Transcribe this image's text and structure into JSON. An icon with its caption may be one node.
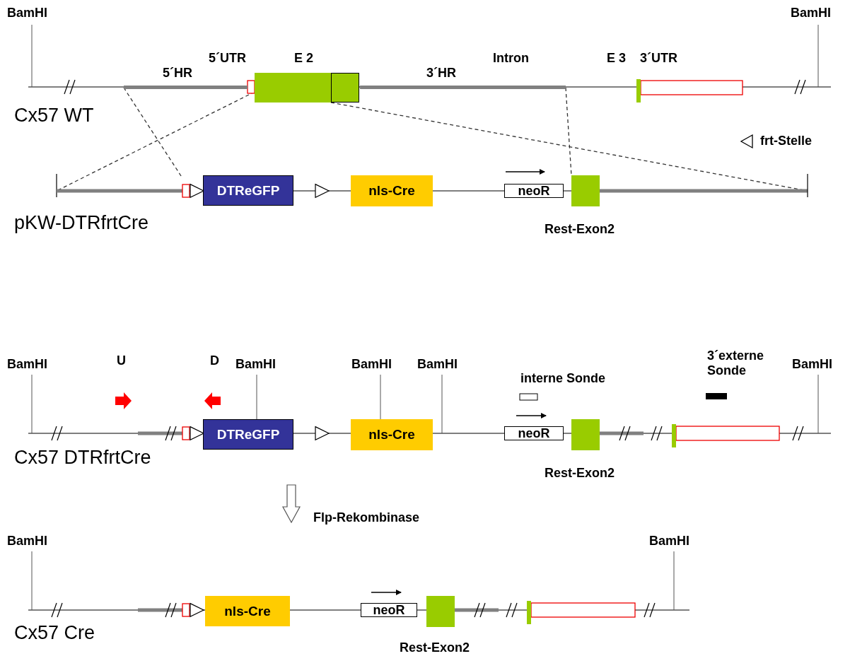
{
  "diagram": {
    "nodes": [
      {
        "text": [
          "Cx57 WT"
        ]
      },
      {
        "text": [
          "5´HR"
        ],
        "in": 0
      },
      {
        "text": [
          "E 2"
        ],
        "in": 0
      },
      {
        "text": [
          "3´HR"
        ],
        "in": 0
      },
      {
        "text": [
          "pKW-DTRfrtCre"
        ]
      },
      {
        "text": [],
        "shape": "triangle",
        "in": 4
      },
      {
        "text": [
          "DTReGFP"
        ],
        "in": 4
      },
      {
        "text": [],
        "shape": "triangle",
        "in": 4
      },
      {
        "text": [
          "nls-Cre"
        ],
        "in": 4
      },
      {
        "text": [
          "neoR"
        ],
        "in": 4
      },
      {
        "text": [
          "Rest-Exon2"
        ],
        "in": 4
      },
      {
        "text": [
          "Cx57 DTRfrtCre"
        ]
      },
      {
        "text": [],
        "shape": "triangle",
        "in": 11
      },
      {
        "text": [
          "DTReGFP"
        ],
        "in": 11
      },
      {
        "text": [],
        "shape": "triangle",
        "in": 11
      },
      {
        "text": [
          "nls-Cre"
        ],
        "in": 11
      },
      {
        "text": [
          "neoR"
        ],
        "in": 11
      },
      {
        "text": [
          "Rest-Exon2"
        ],
        "in": 11
      },
      {
        "text": [
          "Cx57 Cre"
        ]
      },
      {
        "text": [],
        "shape": "triangle",
        "in": 18
      },
      {
        "text": [
          "nls-Cre"
        ],
        "in": 18
      },
      {
        "text": [
          "neoR"
        ],
        "in": 18
      },
      {
        "text": [
          "Rest-Exon2"
        ],
        "in": 18
      }
    ],
    "edges": [
      {
        "from": 1,
        "to": 4,
        "arrow": "none",
        "style": "dashed"
      },
      {
        "from": 2,
        "to": 4,
        "arrow": "none",
        "style": "dashed"
      },
      {
        "from": 2,
        "to": 4,
        "arrow": "none",
        "style": "dashed"
      },
      {
        "from": 3,
        "to": 10,
        "arrow": "none",
        "style": "dashed"
      },
      {
        "from": 11,
        "to": 18,
        "arrow": "to",
        "label": "Flp-Rekombinase"
      }
    ],
    "labels": [
      "BamHI",
      "BamHI",
      "5´UTR",
      "Intron",
      "E 3",
      "3´UTR",
      "BamHI",
      "U",
      "D",
      "BamHI",
      "BamHI",
      "BamHI",
      "interne Sonde",
      "3´externe Sonde",
      "BamHI",
      "BamHI",
      "BamHI"
    ],
    "legend": [
      {
        "text": "frt-Stelle"
      }
    ]
  }
}
